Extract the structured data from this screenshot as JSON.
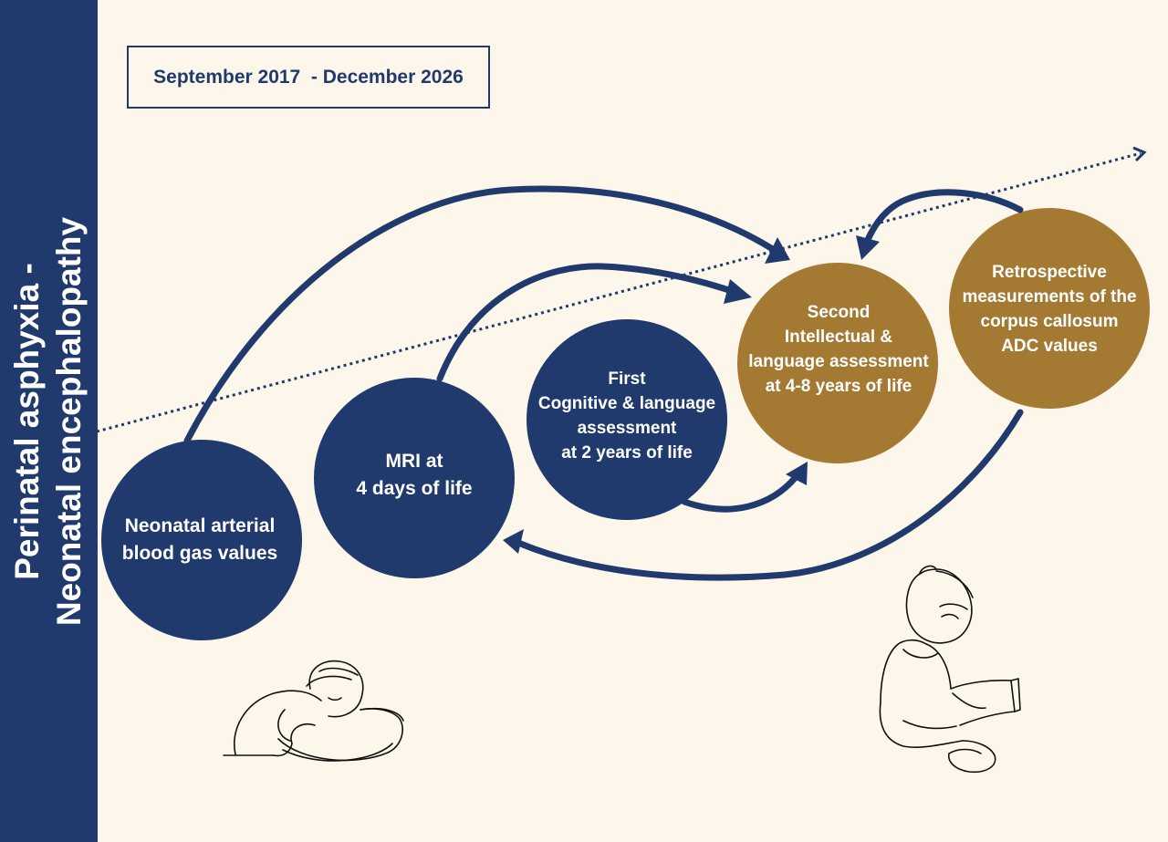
{
  "sidebar": {
    "title_line1": "Perinatal asphyxia -",
    "title_line2": "Neonatal encephalopathy"
  },
  "timeframe": {
    "label": "September 2017  - December 2026"
  },
  "nodes": [
    {
      "id": "blood-gas",
      "lines": [
        "Neonatal arterial",
        "blood gas values"
      ],
      "color": "#213a6e"
    },
    {
      "id": "mri",
      "lines": [
        "MRI at",
        "4 days of life"
      ],
      "color": "#213a6e"
    },
    {
      "id": "first-assessment",
      "lines": [
        "First",
        "Cognitive & language",
        "assessment",
        "at 2 years of life"
      ],
      "color": "#213a6e"
    },
    {
      "id": "second-assessment",
      "lines": [
        "Second",
        "Intellectual &",
        "language assessment",
        "at 4-8 years of life"
      ],
      "color": "#a47a33"
    },
    {
      "id": "retrospective",
      "lines": [
        "Retrospective",
        "measurements of the",
        "corpus callosum",
        "ADC values"
      ],
      "color": "#a47a33"
    }
  ],
  "colors": {
    "navy": "#213a6e",
    "gold": "#a47a33",
    "background": "#fcf7ea"
  },
  "illustrations": [
    "sleeping-baby-icon",
    "reading-child-icon"
  ]
}
